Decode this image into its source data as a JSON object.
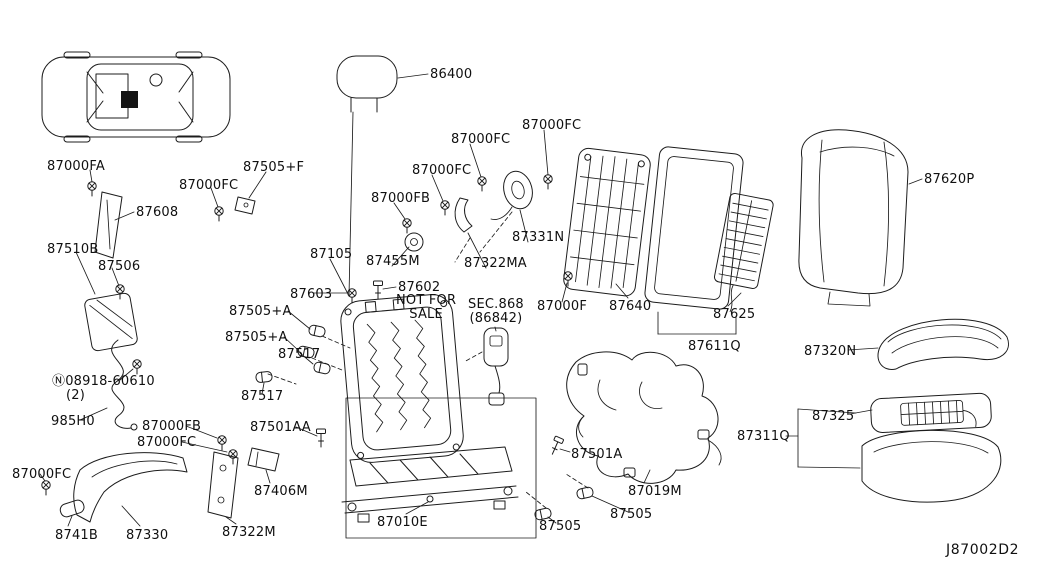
{
  "colors": {
    "background": "#ffffff",
    "line": "#1c1c1c",
    "text": "#101010"
  },
  "diagram": {
    "code": "J87002D2",
    "part_labels": [
      {
        "text": "86400"
      },
      {
        "text": "87000FA"
      },
      {
        "text": "87505+F"
      },
      {
        "text": "87000FC"
      },
      {
        "text": "87608"
      },
      {
        "text": "87510B"
      },
      {
        "text": "87506"
      },
      {
        "text": "87000FC"
      },
      {
        "text": "87000FC"
      },
      {
        "text": "87000FC"
      },
      {
        "text": "87000FB"
      },
      {
        "text": "87105"
      },
      {
        "text": "87455M"
      },
      {
        "text": "87331N"
      },
      {
        "text": "87322MA"
      },
      {
        "text": "87603"
      },
      {
        "text": "87602"
      },
      {
        "text": "NOT FOR\nSALE"
      },
      {
        "text": "SEC.868\n(86842)"
      },
      {
        "text": "87505+A"
      },
      {
        "text": "87505+A"
      },
      {
        "text": "87517"
      },
      {
        "text": "87517"
      },
      {
        "text": "Ⓝ08918-60610"
      },
      {
        "text": "(2)"
      },
      {
        "text": "985H0"
      },
      {
        "text": "87000FB"
      },
      {
        "text": "87501AA"
      },
      {
        "text": "87000FC"
      },
      {
        "text": "87000FC"
      },
      {
        "text": "8741B"
      },
      {
        "text": "87330"
      },
      {
        "text": "87322M"
      },
      {
        "text": "87406M"
      },
      {
        "text": "87010E"
      },
      {
        "text": "87505"
      },
      {
        "text": "87505"
      },
      {
        "text": "87501A"
      },
      {
        "text": "87019M"
      },
      {
        "text": "87311Q"
      },
      {
        "text": "87325"
      },
      {
        "text": "87320N"
      },
      {
        "text": "87620P"
      },
      {
        "text": "87640"
      },
      {
        "text": "87625"
      },
      {
        "text": "87611Q"
      },
      {
        "text": "87000F"
      }
    ]
  }
}
